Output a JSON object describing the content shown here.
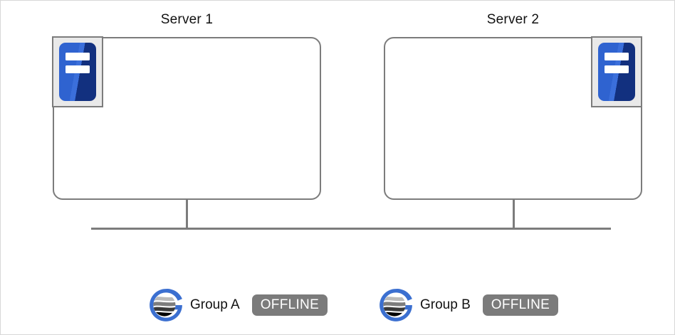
{
  "diagram": {
    "title_hidden": "",
    "servers": [
      {
        "id": "server-1",
        "label": "Server 1",
        "icon": "server-node-icon",
        "icon_position": "top-left"
      },
      {
        "id": "server-2",
        "label": "Server 2",
        "icon": "server-node-icon",
        "icon_position": "top-right"
      }
    ],
    "network": {
      "bus_line": "shared-network-bus",
      "drop_lines": 2
    },
    "groups": [
      {
        "id": "group-a",
        "logo": "globe-g-logo",
        "label": "Group A",
        "status": "OFFLINE",
        "status_color": "#7b7b7b"
      },
      {
        "id": "group-b",
        "logo": "globe-g-logo",
        "label": "Group B",
        "status": "OFFLINE",
        "status_color": "#7b7b7b"
      }
    ],
    "colors": {
      "outline": "#7c7c7c",
      "icon_blue_light": "#3b6fdb",
      "icon_blue_dark": "#12307f",
      "logo_blue": "#3b6fd0",
      "badge_gray": "#7b7b7b",
      "background": "#ffffff"
    }
  }
}
